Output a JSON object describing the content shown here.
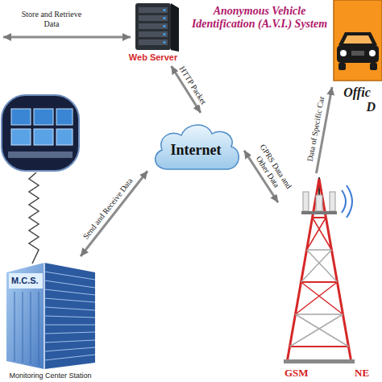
{
  "diagram": {
    "title": "Anonymous Vehicle Identification (A.V.I.) System",
    "nodes": [
      {
        "text": [
          "Web Server"
        ]
      },
      {
        "text": [
          "Offic",
          "D"
        ]
      },
      {
        "text": [
          "Internet"
        ]
      },
      {
        "text": [
          "M.C.S.",
          "Monitoring Center Station"
        ]
      },
      {
        "text": [
          "GSM"
        ]
      }
    ],
    "edges": [
      {
        "from": 0,
        "to": 2,
        "label": "HTTP Packet",
        "arrow": "both"
      },
      {
        "from": 2,
        "to": 3,
        "label": "Send and Receive Data",
        "arrow": "both"
      },
      {
        "from": 2,
        "to": 4,
        "label": "GPRS Data and Other Data",
        "arrow": "both"
      },
      {
        "from": 4,
        "to": 1,
        "label": "Data of Specific Car",
        "arrow": "to"
      }
    ],
    "labels": [
      "Store and Retrieve Data",
      "NE"
    ]
  }
}
